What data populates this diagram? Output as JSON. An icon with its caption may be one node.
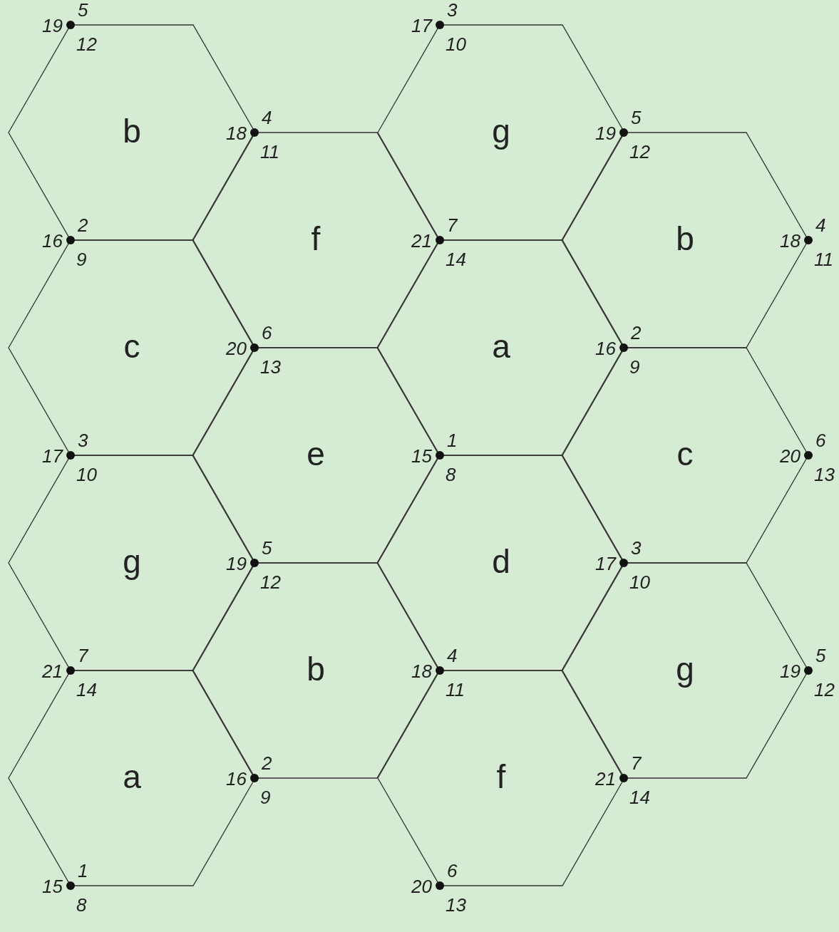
{
  "diagram": {
    "nodes": [
      {
        "text": [
          "b"
        ]
      },
      {
        "text": [
          "g"
        ]
      },
      {
        "text": [
          "f"
        ]
      },
      {
        "text": [
          "b"
        ]
      },
      {
        "text": [
          "c"
        ]
      },
      {
        "text": [
          "a"
        ]
      },
      {
        "text": [
          "e"
        ]
      },
      {
        "text": [
          "c"
        ]
      },
      {
        "text": [
          "g"
        ]
      },
      {
        "text": [
          "d"
        ]
      },
      {
        "text": [
          "b"
        ]
      },
      {
        "text": [
          "g"
        ]
      },
      {
        "text": [
          "a"
        ]
      },
      {
        "text": [
          "f"
        ]
      }
    ],
    "edges": [],
    "labels": [
      "5",
      "19",
      "12",
      "3",
      "17",
      "10",
      "4",
      "18",
      "11",
      "5",
      "19",
      "12",
      "2",
      "16",
      "9",
      "7",
      "21",
      "14",
      "4",
      "18",
      "11",
      "6",
      "20",
      "13",
      "2",
      "16",
      "9",
      "3",
      "17",
      "10",
      "1",
      "15",
      "8",
      "6",
      "20",
      "13",
      "5",
      "19",
      "12",
      "3",
      "17",
      "10",
      "7",
      "21",
      "14",
      "4",
      "18",
      "11",
      "5",
      "19",
      "12",
      "2",
      "16",
      "9",
      "7",
      "21",
      "14",
      "1",
      "15",
      "8",
      "6",
      "20",
      "13"
    ]
  }
}
